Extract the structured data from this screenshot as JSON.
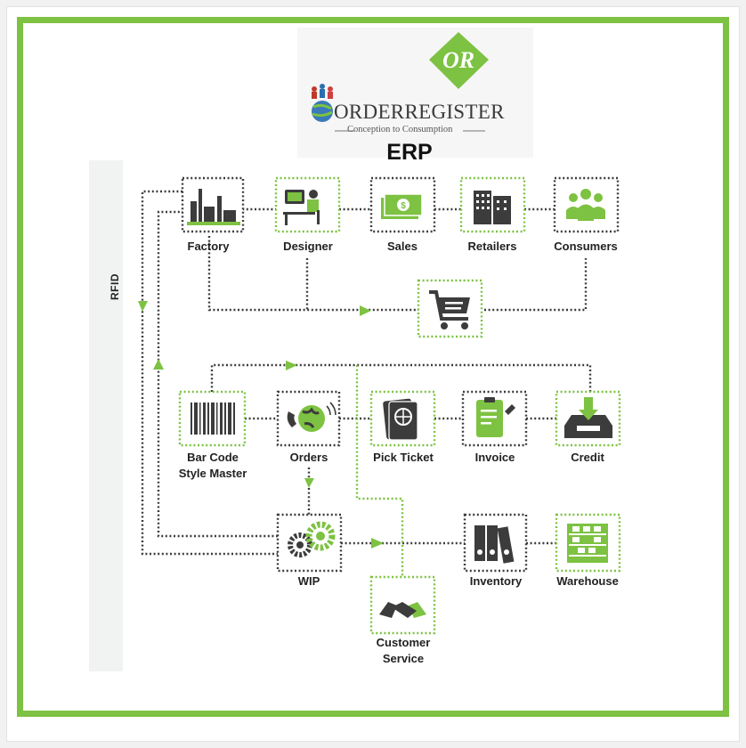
{
  "logo": {
    "monogram": "OR",
    "name": "ORDERREGISTER",
    "tagline": "Conception to Consumption"
  },
  "title": "ERP",
  "side_label": "RFID",
  "nodes": {
    "factory": "Factory",
    "designer": "Designer",
    "sales": "Sales",
    "retailers": "Retailers",
    "consumers": "Consumers",
    "barcode": "Bar Code",
    "barcode2": "Style Master",
    "orders": "Orders",
    "pick_ticket": "Pick Ticket",
    "invoice": "Invoice",
    "credit": "Credit",
    "wip": "WIP",
    "inventory": "Inventory",
    "warehouse": "Warehouse",
    "customer_service": "Customer",
    "customer_service2": "Service"
  },
  "colors": {
    "green": "#7dc242",
    "dark": "#3c3c3c",
    "frame": "#7dc242"
  },
  "icons": [
    "factory-icon",
    "designer-icon",
    "sales-icon",
    "retailers-icon",
    "consumers-icon",
    "cart-icon",
    "barcode-icon",
    "orders-icon",
    "pick-ticket-icon",
    "invoice-icon",
    "credit-icon",
    "wip-icon",
    "inventory-icon",
    "warehouse-icon",
    "customer-service-icon"
  ]
}
